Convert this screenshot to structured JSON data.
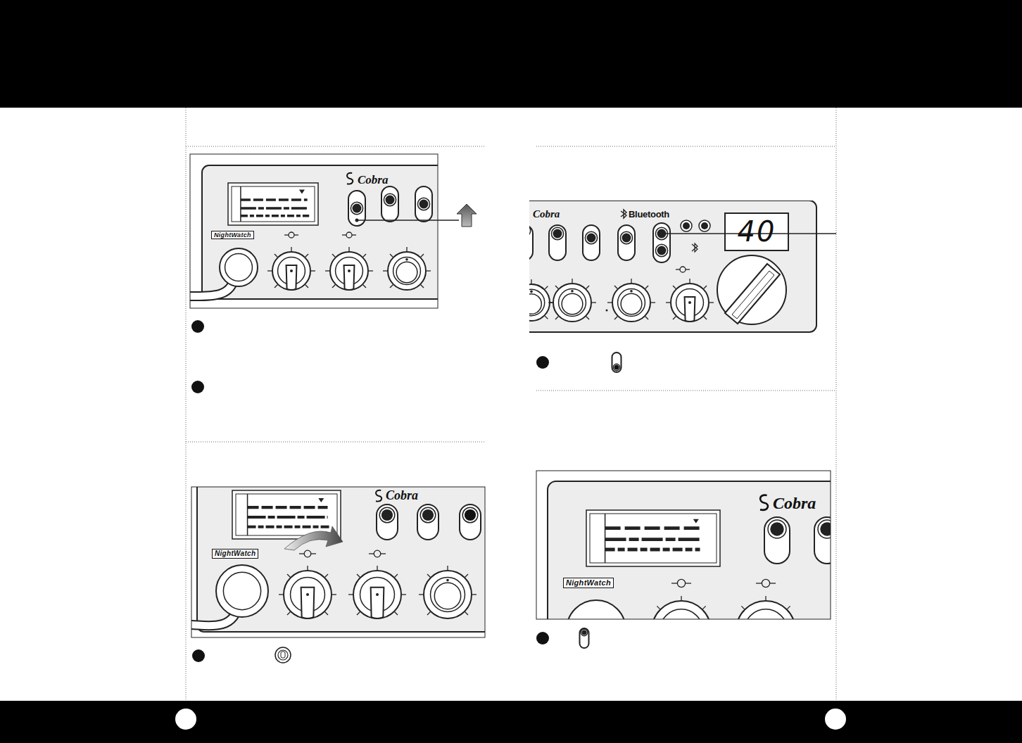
{
  "diagram": {
    "labels": [
      "Cobra",
      "NightWatch",
      "Cobra",
      "Bluetooth",
      "40",
      "Cobra",
      "NightWatch",
      "Cobra",
      "NightWatch"
    ]
  }
}
